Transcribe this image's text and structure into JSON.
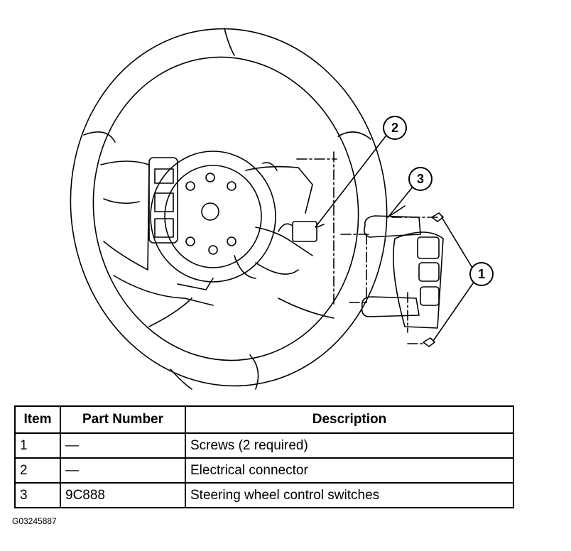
{
  "callouts": [
    {
      "number": "1"
    },
    {
      "number": "2"
    },
    {
      "number": "3"
    }
  ],
  "table": {
    "headers": [
      "Item",
      "Part Number",
      "Description"
    ],
    "rows": [
      [
        "1",
        "—",
        "Screws (2 required)"
      ],
      [
        "2",
        "—",
        "Electrical connector"
      ],
      [
        "3",
        "9C888",
        "Steering wheel control switches"
      ]
    ]
  },
  "figure_code": "G03245887"
}
